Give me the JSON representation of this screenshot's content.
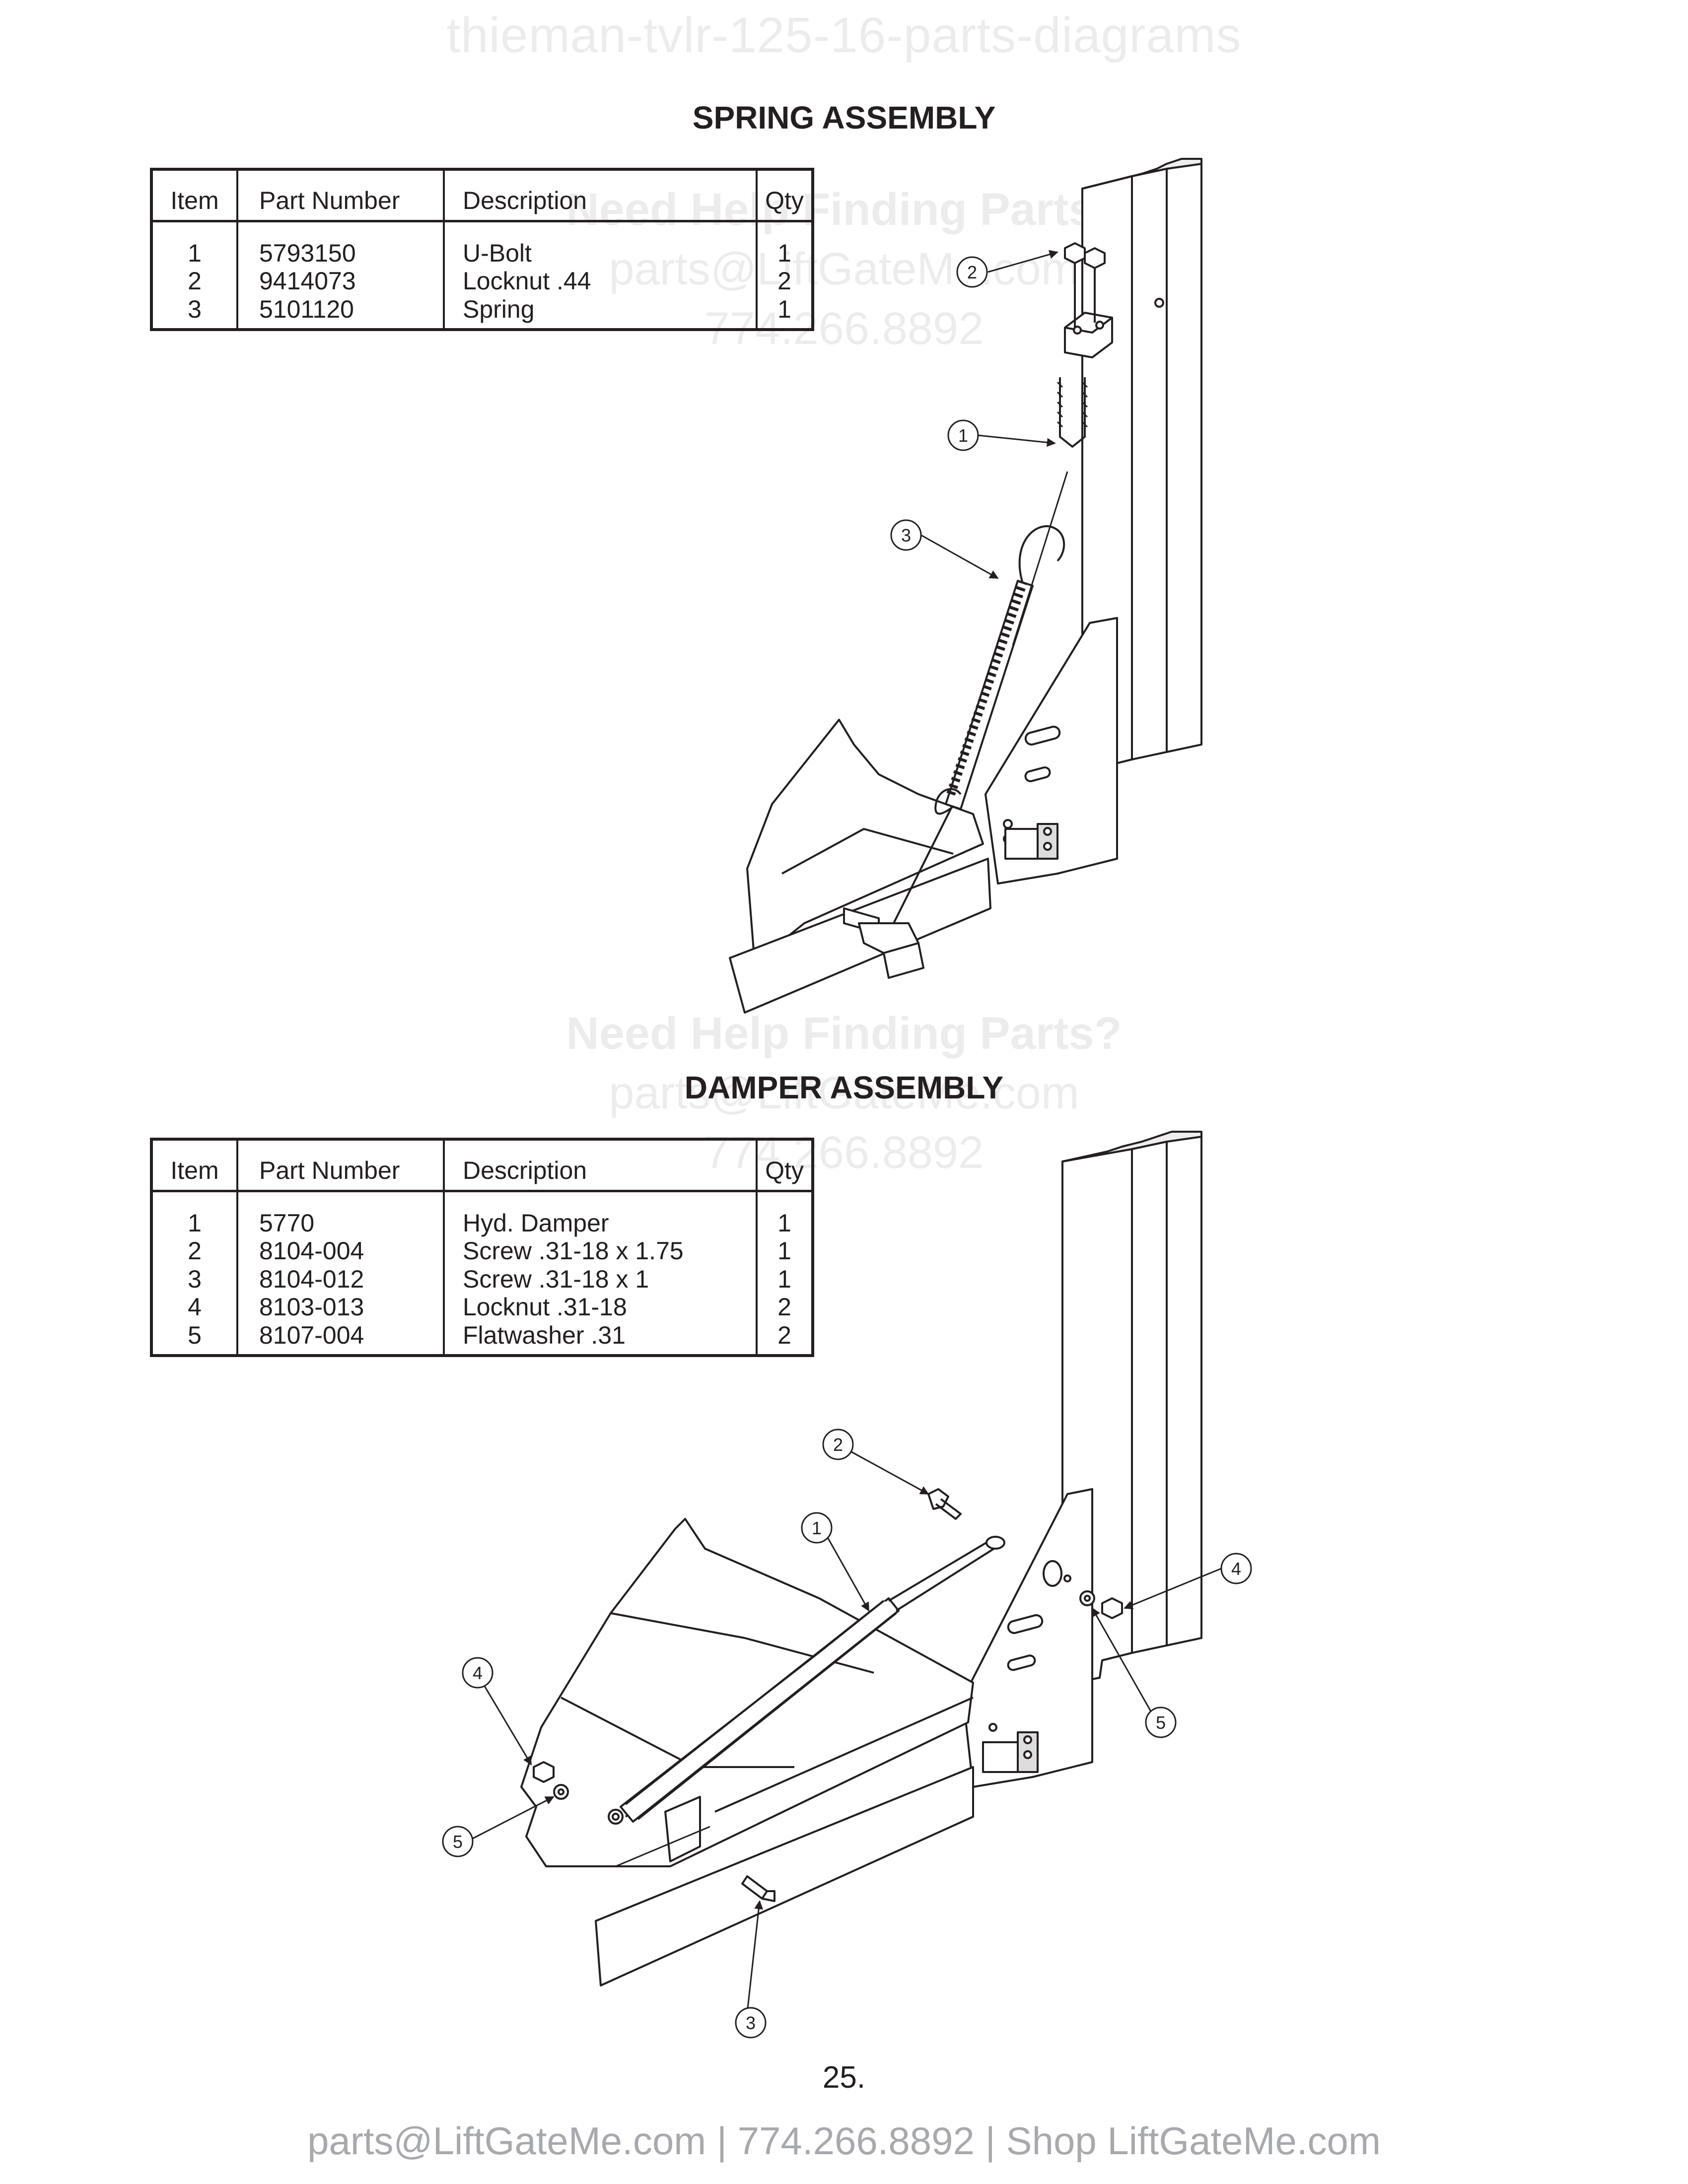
{
  "header_watermark": "thieman-tvlr-125-16-parts-diagrams",
  "watermark": {
    "line1": "Need Help Finding Parts?",
    "line2": "parts@LiftGateMe.com",
    "line3": "774.266.8892"
  },
  "spring": {
    "title": "SPRING ASSEMBLY",
    "columns": [
      "Item",
      "Part Number",
      "Description",
      "Qty"
    ],
    "rows": [
      {
        "item": "1",
        "part": "5793150",
        "desc": "U-Bolt",
        "qty": "1"
      },
      {
        "item": "2",
        "part": "9414073",
        "desc": "Locknut .44",
        "qty": "2"
      },
      {
        "item": "3",
        "part": "5101120",
        "desc": "Spring",
        "qty": "1"
      }
    ],
    "callouts": [
      "1",
      "2",
      "3"
    ]
  },
  "damper": {
    "title": "DAMPER ASSEMBLY",
    "columns": [
      "Item",
      "Part Number",
      "Description",
      "Qty"
    ],
    "rows": [
      {
        "item": "1",
        "part": "5770",
        "desc": "Hyd. Damper",
        "qty": "1"
      },
      {
        "item": "2",
        "part": "8104-004",
        "desc": "Screw .31-18 x 1.75",
        "qty": "1"
      },
      {
        "item": "3",
        "part": "8104-012",
        "desc": "Screw .31-18 x 1",
        "qty": "1"
      },
      {
        "item": "4",
        "part": "8103-013",
        "desc": "Locknut .31-18",
        "qty": "2"
      },
      {
        "item": "5",
        "part": "8107-004",
        "desc": "Flatwasher .31",
        "qty": "2"
      }
    ],
    "callouts": [
      "1",
      "2",
      "3",
      "4",
      "5",
      "4",
      "5"
    ]
  },
  "page_number": "25.",
  "footer": "parts@LiftGateMe.com | 774.266.8892 | Shop LiftGateMe.com"
}
